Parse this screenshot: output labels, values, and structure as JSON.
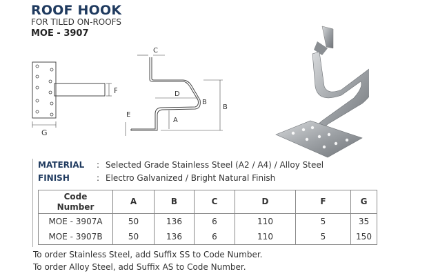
{
  "header": {
    "title": "ROOF HOOK",
    "subtitle": "FOR TILED ON-ROOFS",
    "code": "MOE - 3907"
  },
  "diagram_labels": {
    "top_view": [
      "F",
      "G"
    ],
    "side_view": [
      "C",
      "D",
      "B",
      "B",
      "E",
      "A"
    ]
  },
  "specs": [
    {
      "label": "MATERIAL",
      "sep": ":",
      "value": "Selected Grade Stainless Steel (A2 / A4) / Alloy Steel"
    },
    {
      "label": "FINISH",
      "sep": ":",
      "value": "Electro Galvanized / Bright Natural Finish"
    }
  ],
  "table": {
    "headers": [
      "Code Number",
      "A",
      "B",
      "C",
      "D",
      "F",
      "G"
    ],
    "rows": [
      [
        "MOE - 3907A",
        "50",
        "136",
        "6",
        "110",
        "5",
        "35"
      ],
      [
        "MOE - 3907B",
        "50",
        "136",
        "6",
        "110",
        "5",
        "150"
      ]
    ]
  },
  "notes": [
    "To order Stainless Steel, add Suffix SS to Code Number.",
    "To order Alloy Steel, add Suffix AS to Code Number."
  ]
}
